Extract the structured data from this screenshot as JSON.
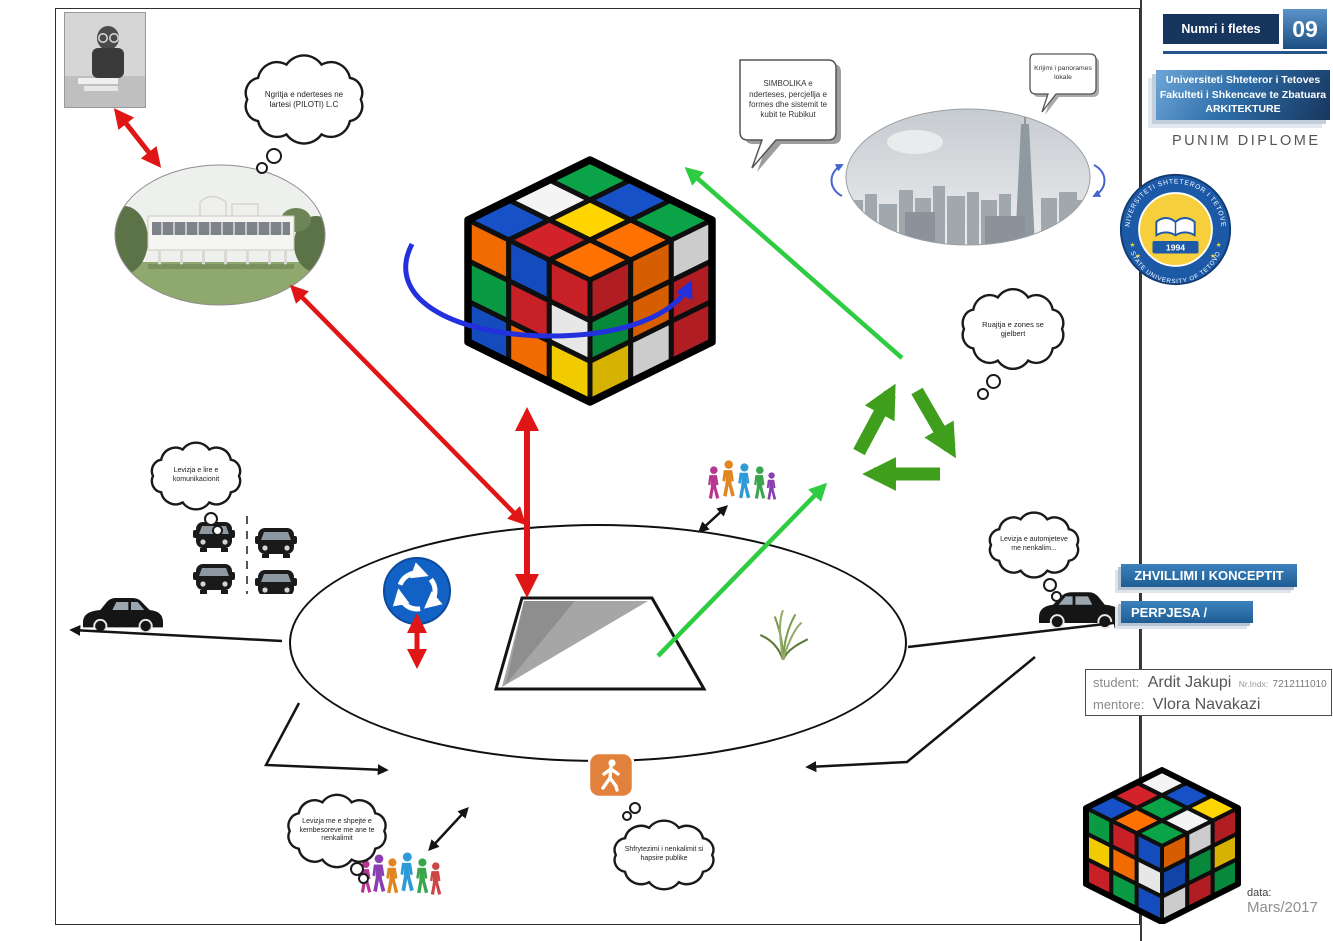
{
  "sheet": {
    "label": "Numri i fletes",
    "number": "09"
  },
  "university": {
    "line1": "Universiteti Shteteror i Tetoves",
    "line2": "Fakulteti i Shkencave te Zbatuara",
    "line3": "ARKITEKTURE",
    "project_type": "PUNIM DIPLOME"
  },
  "logo": {
    "ring_top": "UNIVERSITETI SHTETEROR I TETOVES",
    "ring_bottom": "STATE UNIVERSITY OF TETOVO",
    "year": "1994"
  },
  "banners": {
    "concept": "ZHVILLIMI I KONCEPTIT",
    "scale": "PERPJESA /"
  },
  "credits": {
    "student_label": "student:",
    "student_name": "Ardit Jakupi",
    "index_label": "Nr.Indx:",
    "index_value": "7212111010",
    "mentor_label": "mentore:",
    "mentor_name": "Vlora Navakazi"
  },
  "footer": {
    "date_label": "data:",
    "date_value": "Mars/2017"
  },
  "bubbles": {
    "symbolism": "SIMBOLIKA e nderteses, percjellja e formes dhe sistemit te kubit te Rubikut",
    "panorama": "Krijimi i panorames lokale"
  },
  "clouds": {
    "piloti": "Ngritja e nderteses ne lartesi (PILOTI) L.C",
    "green_zone": "Ruajtja e zones se gjelbert",
    "free_traffic": "Levizja e lire e komunikacionit",
    "car_underpass": "Levizja e automjeteve me nenkalim...",
    "pedestrian_speed": "Levizja me e shpejte e kembesoreve me ane te nenkalimit",
    "public_space": "Shfrytezimi i nenkalimit si hapsire publike"
  },
  "icons": {
    "recycling-icon": "green chasing-arrows triangle",
    "roundabout-sign-icon": "blue circle with white circular arrows",
    "pedestrian-sign-icon": "orange sign with white walking figure",
    "rotation-arrow-icon": "blue elliptical rotation arrow",
    "traffic-jam-icon": "two lanes of cars front view",
    "car-icon": "black car silhouette",
    "people-icon": "colorful walking people"
  },
  "diagram": {
    "cube_palette": {
      "W": "#f4f4f4",
      "Y": "#ffd500",
      "R": "#d2232a",
      "O": "#ff7100",
      "G": "#0aa347",
      "B": "#1651c8"
    },
    "cube_main": {
      "top": [
        "G",
        "B",
        "G",
        "W",
        "Y",
        "O",
        "B",
        "R",
        "O"
      ],
      "left": [
        "O",
        "B",
        "R",
        "G",
        "R",
        "W",
        "B",
        "O",
        "Y"
      ],
      "right": [
        "R",
        "O",
        "W",
        "G",
        "O",
        "R",
        "Y",
        "W",
        "R"
      ]
    },
    "cube_small": {
      "top": [
        "W",
        "B",
        "Y",
        "R",
        "G",
        "W",
        "B",
        "O",
        "G"
      ],
      "left": [
        "G",
        "R",
        "B",
        "Y",
        "O",
        "W",
        "R",
        "G",
        "B"
      ],
      "right": [
        "O",
        "W",
        "R",
        "B",
        "G",
        "Y",
        "W",
        "R",
        "G"
      ]
    }
  }
}
